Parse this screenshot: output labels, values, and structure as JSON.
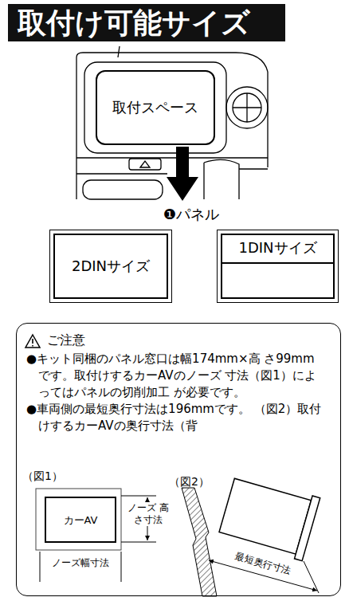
{
  "diagram": {
    "title": "取付け可能サイズ",
    "nodes": [
      {
        "text": [
          "取付スペース"
        ]
      },
      {
        "text": [
          "2DINサイズ"
        ]
      },
      {
        "text": [
          "1DINサイズ"
        ]
      },
      {
        "text": [
          "ご注意",
          "●キット同梱のパネル窓口は幅174mm×高 さ99mmです。取付けするカーAVのノーズ 寸法（図1）によってはパネルの切削加工 が必要です。",
          "●車両側の最短奥行寸法は196mmです。 （図2）取付けするカーAVの奥行寸法（背"
        ]
      },
      {
        "text": [
          "カーAV"
        ],
        "in": 3
      }
    ],
    "labels": [
      "❶パネル",
      "（図1）",
      "ノーズ 高さ寸法",
      "ノーズ幅寸法",
      "（図2）",
      "最短奥行寸法"
    ]
  }
}
